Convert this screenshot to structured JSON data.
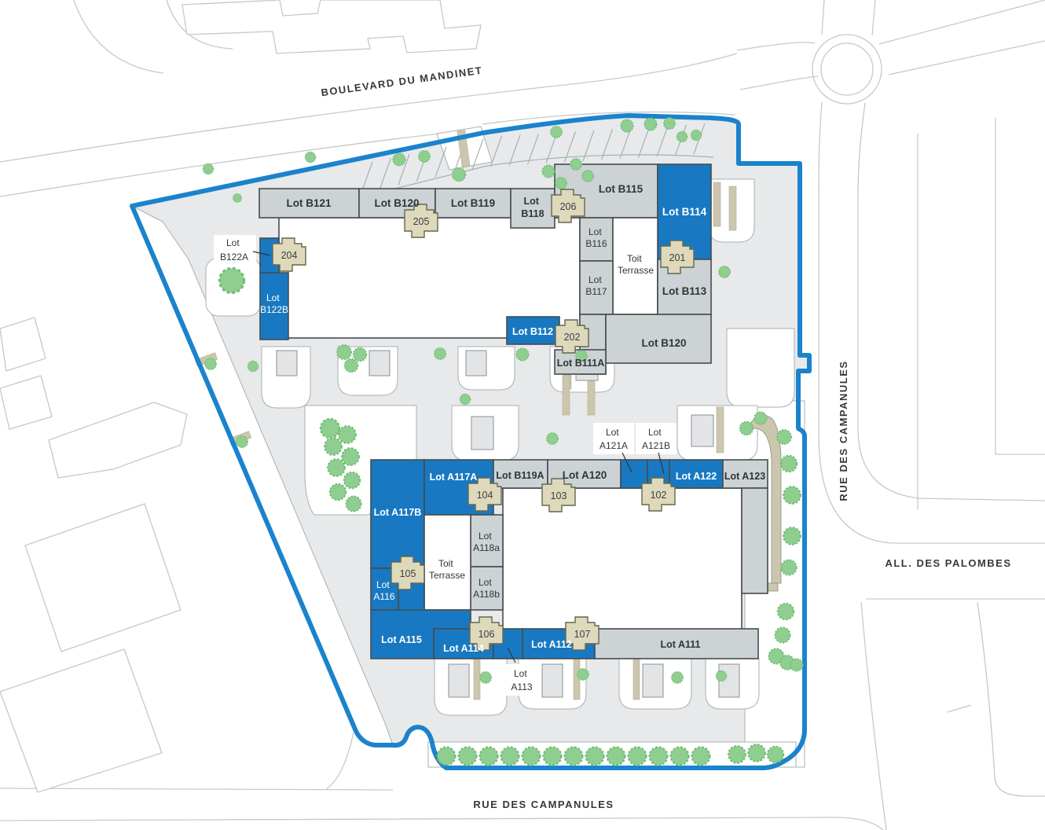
{
  "colors": {
    "site_boundary": "#1B83CC",
    "lot_highlight_blue": "#1879C2",
    "lot_gray": "#CDD2D5",
    "badge_tan": "#DFD9BB",
    "tree_green": "#8FCE90"
  },
  "streets": {
    "boulevard_top": "BOULEVARD DU MANDINET",
    "rue_des_campanules_right": "RUE DES CAMPANULES",
    "allee_des_palombes": "ALL. DES PALOMBES",
    "rue_des_campanules_bottom": "RUE DES CAMPANULES"
  },
  "building_b": {
    "b121": "Lot B121",
    "b120_top": "Lot B120",
    "b119": "Lot B119",
    "b118": [
      "Lot",
      "B118"
    ],
    "b115": "Lot B115",
    "b114": "Lot B114",
    "b116": [
      "Lot",
      "B116"
    ],
    "b117": [
      "Lot",
      "B117"
    ],
    "terrace": [
      "Toit",
      "Terrasse"
    ],
    "b113": "Lot B113",
    "b112": "Lot B112",
    "b111a": "Lot B111A",
    "b120_bottom": "Lot B120",
    "b122a": [
      "Lot",
      "B122A"
    ],
    "b122b": [
      "Lot",
      "B122B"
    ],
    "badges": {
      "201": "201",
      "202": "202",
      "204": "204",
      "205": "205",
      "206": "206"
    }
  },
  "building_a": {
    "a117a": "Lot A117A",
    "a117b": "Lot A117B",
    "b119a": "Lot B119A",
    "a120": "Lot A120",
    "a121a": [
      "Lot",
      "A121A"
    ],
    "a121b": [
      "Lot",
      "A121B"
    ],
    "a122": "Lot A122",
    "a123": "Lot A123",
    "a118a": [
      "Lot",
      "A118a"
    ],
    "a118b": [
      "Lot",
      "A118b"
    ],
    "terrace": [
      "Toit",
      "Terrasse"
    ],
    "a116": [
      "Lot",
      "A116"
    ],
    "a115": "Lot A115",
    "a114": "Lot A114",
    "a113": [
      "Lot",
      "A113"
    ],
    "a112": "Lot A112",
    "a111": "Lot A111",
    "badges": {
      "102": "102",
      "103": "103",
      "104": "104",
      "105": "105",
      "106": "106",
      "107": "107"
    }
  }
}
